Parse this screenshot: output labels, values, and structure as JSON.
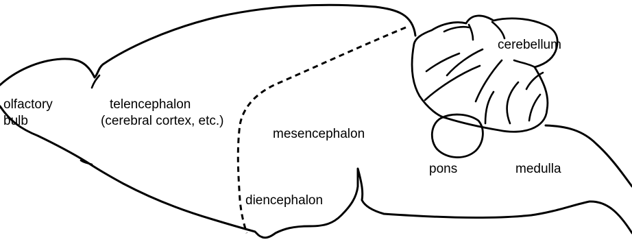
{
  "labels": {
    "olfactory_bulb_line1": "olfactory",
    "olfactory_bulb_line2": "bulb",
    "telencephalon_line1": "telencephalon",
    "telencephalon_line2": "(cerebral cortex, etc.)",
    "mesencephalon": "mesencephalon",
    "diencephalon": "diencephalon",
    "pons": "pons",
    "medulla": "medulla",
    "cerebellum": "cerebellum"
  },
  "colors": {
    "line": "#000000",
    "background": "#ffffff"
  }
}
